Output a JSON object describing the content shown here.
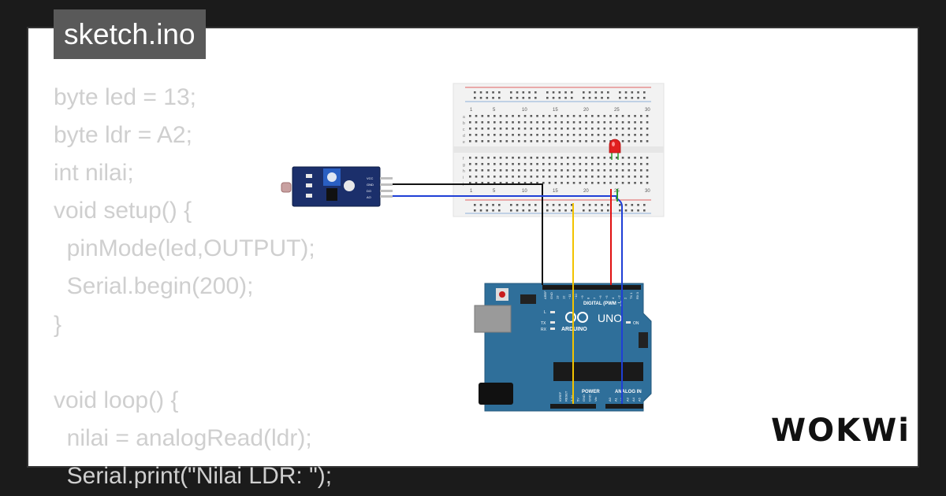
{
  "window": {
    "title": "sketch.ino"
  },
  "code": {
    "lines": [
      "byte led = 13;",
      "byte ldr = A2;",
      "int nilai;",
      "void setup() {",
      "  pinMode(led,OUTPUT);",
      "  Serial.begin(200);",
      "}",
      "",
      "void loop() {",
      "  nilai = analogRead(ldr);",
      "  Serial.print(\"Nilai LDR: \");"
    ]
  },
  "breadboard": {
    "column_labels": [
      "1",
      "5",
      "10",
      "15",
      "20",
      "25",
      "30"
    ],
    "row_labels_top": [
      "a",
      "b",
      "c",
      "d",
      "e"
    ],
    "row_labels_bottom": [
      "f",
      "g",
      "h",
      "i",
      "j"
    ]
  },
  "sensor": {
    "pin_labels": [
      "VCC",
      "GND",
      "DO",
      "AO"
    ]
  },
  "arduino": {
    "logo_text": "ARDUINO",
    "model": "UNO",
    "digital_label": "DIGITAL (PWM ~)",
    "power_label": "POWER",
    "analog_label": "ANALOG IN",
    "on_label": "ON",
    "led_labels": [
      "L",
      "TX",
      "RX"
    ],
    "header_labels": [
      "AREF",
      "GND",
      "13",
      "12",
      "~11",
      "~10",
      "~9",
      "8",
      "7",
      "~6",
      "~5",
      "4",
      "~3",
      "2",
      "TX 1",
      "RX 0"
    ],
    "power_pins": [
      "IOREF",
      "RESET",
      "3.3V",
      "5V",
      "GND",
      "GND",
      "Vin"
    ],
    "analog_pins": [
      "A0",
      "A1",
      "A2",
      "A3",
      "A4",
      "A5"
    ]
  },
  "brand": {
    "name": "WOKWi"
  },
  "colors": {
    "background": "#1b1b1b",
    "panel": "#ffffff",
    "tab": "#595959",
    "code_text": "#cfcfcf",
    "arduino_board": "#2f6f9a",
    "sensor_board": "#1b2f6b",
    "wire_black": "#111111",
    "wire_blue": "#1f3fd6",
    "wire_red": "#e01010",
    "wire_yellow": "#f2c300",
    "wire_green": "#2a9a2a",
    "led_red": "#e02020"
  }
}
